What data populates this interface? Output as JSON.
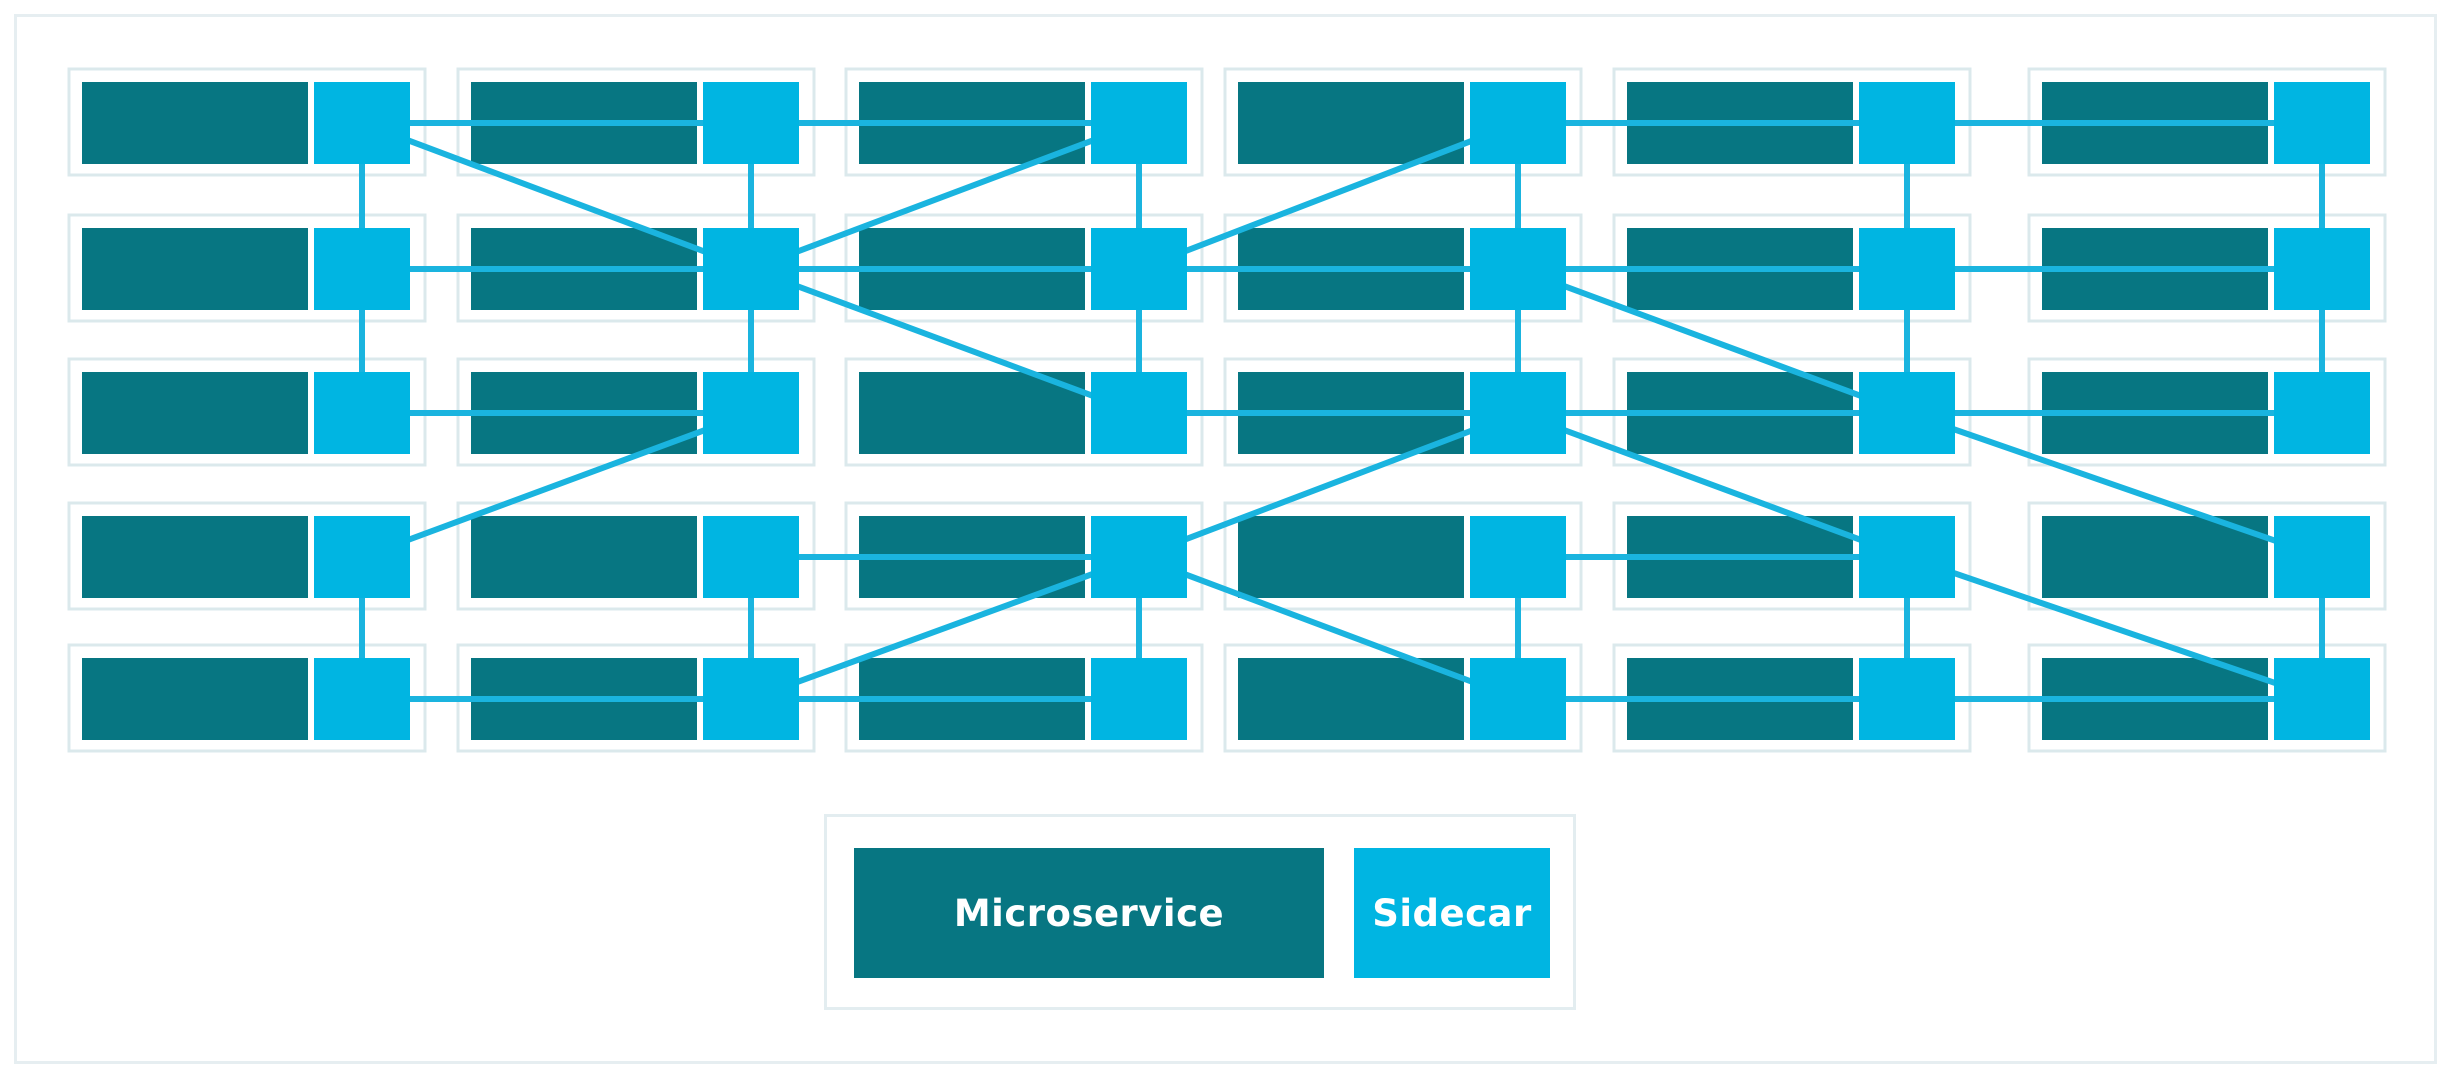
{
  "colors": {
    "microservice": "#077682",
    "sidecar": "#00b5e2",
    "link": "#1ab4df",
    "cell_border": "#dbe9ec",
    "frame_border": "#e6eef1"
  },
  "legend": {
    "microservice_label": "Microservice",
    "sidecar_label": "Sidecar"
  },
  "mesh": {
    "columns": 6,
    "rows": 5,
    "links": [
      [
        [
          0,
          0
        ],
        [
          1,
          0
        ]
      ],
      [
        [
          1,
          0
        ],
        [
          2,
          0
        ]
      ],
      [
        [
          3,
          0
        ],
        [
          4,
          0
        ]
      ],
      [
        [
          4,
          0
        ],
        [
          5,
          0
        ]
      ],
      [
        [
          0,
          1
        ],
        [
          1,
          1
        ]
      ],
      [
        [
          1,
          1
        ],
        [
          2,
          1
        ]
      ],
      [
        [
          2,
          1
        ],
        [
          3,
          1
        ]
      ],
      [
        [
          3,
          1
        ],
        [
          4,
          1
        ]
      ],
      [
        [
          4,
          1
        ],
        [
          5,
          1
        ]
      ],
      [
        [
          0,
          2
        ],
        [
          1,
          2
        ]
      ],
      [
        [
          2,
          2
        ],
        [
          3,
          2
        ]
      ],
      [
        [
          3,
          2
        ],
        [
          4,
          2
        ]
      ],
      [
        [
          4,
          2
        ],
        [
          5,
          2
        ]
      ],
      [
        [
          1,
          3
        ],
        [
          2,
          3
        ]
      ],
      [
        [
          3,
          3
        ],
        [
          4,
          3
        ]
      ],
      [
        [
          0,
          4
        ],
        [
          1,
          4
        ]
      ],
      [
        [
          1,
          4
        ],
        [
          2,
          4
        ]
      ],
      [
        [
          3,
          4
        ],
        [
          4,
          4
        ]
      ],
      [
        [
          4,
          4
        ],
        [
          5,
          4
        ]
      ],
      [
        [
          0,
          0
        ],
        [
          0,
          1
        ]
      ],
      [
        [
          0,
          1
        ],
        [
          0,
          2
        ]
      ],
      [
        [
          0,
          3
        ],
        [
          0,
          4
        ]
      ],
      [
        [
          1,
          0
        ],
        [
          1,
          1
        ]
      ],
      [
        [
          1,
          1
        ],
        [
          1,
          2
        ]
      ],
      [
        [
          1,
          3
        ],
        [
          1,
          4
        ]
      ],
      [
        [
          2,
          0
        ],
        [
          2,
          1
        ]
      ],
      [
        [
          2,
          1
        ],
        [
          2,
          2
        ]
      ],
      [
        [
          2,
          3
        ],
        [
          2,
          4
        ]
      ],
      [
        [
          3,
          0
        ],
        [
          3,
          1
        ]
      ],
      [
        [
          3,
          1
        ],
        [
          3,
          2
        ]
      ],
      [
        [
          3,
          3
        ],
        [
          3,
          4
        ]
      ],
      [
        [
          4,
          0
        ],
        [
          4,
          1
        ]
      ],
      [
        [
          4,
          1
        ],
        [
          4,
          2
        ]
      ],
      [
        [
          4,
          3
        ],
        [
          4,
          4
        ]
      ],
      [
        [
          5,
          0
        ],
        [
          5,
          1
        ]
      ],
      [
        [
          5,
          1
        ],
        [
          5,
          2
        ]
      ],
      [
        [
          5,
          3
        ],
        [
          5,
          4
        ]
      ],
      [
        [
          0,
          0
        ],
        [
          1,
          1
        ]
      ],
      [
        [
          1,
          1
        ],
        [
          2,
          0
        ]
      ],
      [
        [
          1,
          1
        ],
        [
          2,
          2
        ]
      ],
      [
        [
          2,
          1
        ],
        [
          3,
          0
        ]
      ],
      [
        [
          1,
          2
        ],
        [
          0,
          3
        ]
      ],
      [
        [
          2,
          3
        ],
        [
          3,
          2
        ]
      ],
      [
        [
          2,
          3
        ],
        [
          1,
          4
        ]
      ],
      [
        [
          2,
          3
        ],
        [
          3,
          4
        ]
      ],
      [
        [
          3,
          1
        ],
        [
          4,
          2
        ]
      ],
      [
        [
          4,
          2
        ],
        [
          5,
          3
        ]
      ],
      [
        [
          3,
          2
        ],
        [
          4,
          3
        ]
      ],
      [
        [
          4,
          3
        ],
        [
          5,
          4
        ]
      ]
    ]
  }
}
